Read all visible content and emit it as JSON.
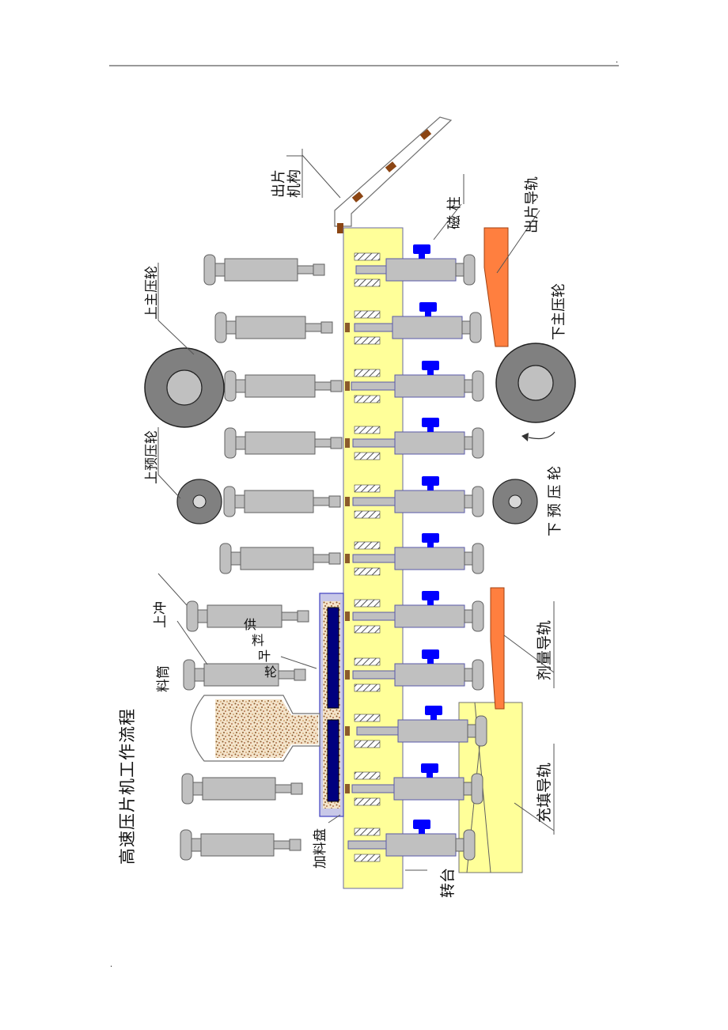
{
  "header": {
    "dot": "."
  },
  "footer": {
    "dot": "."
  },
  "diagram": {
    "title": "高速压片机工作流程",
    "labels": {
      "ejection_mechanism_line1": "出片",
      "ejection_mechanism_line2": "机构",
      "magnetic_column": "磁 柱",
      "ejection_rail": "出片导轨",
      "upper_main_roller": "上主压轮",
      "lower_main_roller": "下主压轮",
      "upper_pre_roller": "上预压轮",
      "lower_pre_roller": "下 预 压 轮",
      "upper_punch": "上冲",
      "feeder_wheel": [
        "供",
        "料",
        "叶",
        "轮"
      ],
      "hopper": "料筒",
      "dosage_rail": "剂量导轨",
      "filling_rail": "充填导轨",
      "feeding_tray": "加料盘",
      "turntable": "转台"
    }
  },
  "colors": {
    "turntable": "#ffff99",
    "punch": "#c0c0c0",
    "punch_outline": "#606060",
    "roller": "#808080",
    "roller_hub": "#c0c0c0",
    "magnet": "#0000ff",
    "rail_orange": "#ff7f3f",
    "feeder_blue": "#00007f",
    "granule": "#8b5a2b",
    "hatch": "#505050"
  }
}
